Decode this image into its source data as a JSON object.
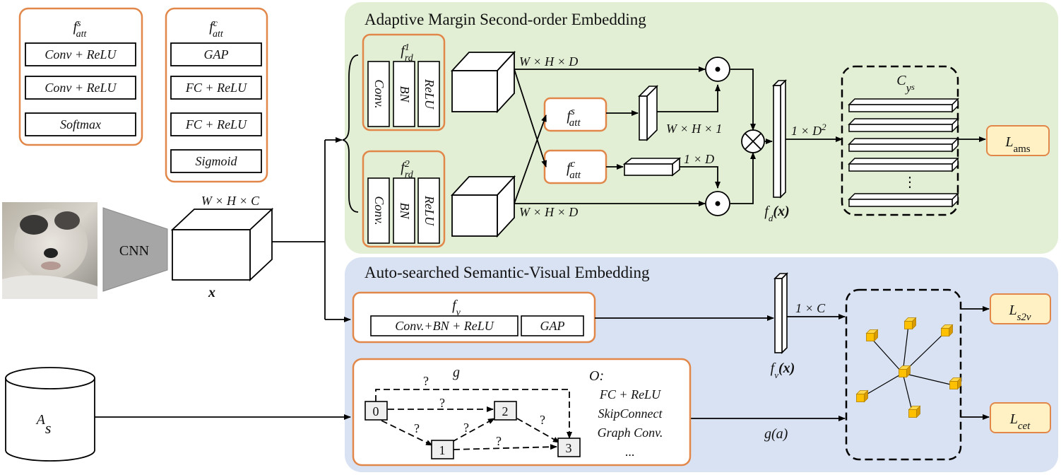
{
  "colors": {
    "green_panel": "#e3efd5",
    "blue_panel": "#d9e2f2",
    "orange_border": "#e2874a",
    "loss_fill": "#fff1c4",
    "node_fill": "#efefef",
    "cube_fill": "#ffc000"
  },
  "top_section": {
    "title": "Adaptive Margin Second-order Embedding",
    "rd1": "f",
    "rd1_sup": "1",
    "rd1_sub": "rd",
    "rd2": "f",
    "rd2_sup": "2",
    "rd2_sub": "rd",
    "rd_layers": [
      "Conv.",
      "BN",
      "ReLU"
    ],
    "dim_wh_d_top": "W × H  × D",
    "dim_wh_d_bottom": "W × H × D",
    "dim_wh1": "W × H × 1",
    "dim_1d": "1 × D",
    "dim_1d2": "1 × D",
    "dim_1d2_sup": "2",
    "fd_label": "f",
    "fd_sub": "d",
    "fd_arg": "(x)",
    "cy_label": "C",
    "cy_sub": "y",
    "cy_subsub": "s",
    "dots": "⋮",
    "loss": "L",
    "loss_sub": "ams"
  },
  "attention": {
    "spatial": {
      "name": "f",
      "sup": "s",
      "sub": "att",
      "layers": [
        "Conv + ReLU",
        "Conv + ReLU",
        "Softmax"
      ]
    },
    "channel": {
      "name": "f",
      "sup": "c",
      "sub": "att",
      "layers": [
        "GAP",
        "FC + ReLU",
        "FC + ReLU",
        "Sigmoid"
      ]
    }
  },
  "backbone": {
    "cnn": "CNN",
    "feature_dim": "W × H × C",
    "feature_label": "x",
    "attr_label": "A",
    "attr_sub": "s"
  },
  "bottom_section": {
    "title": "Auto-searched Semantic-Visual Embedding",
    "fv_name": "f",
    "fv_sub": "v",
    "fv_layers": [
      "Conv.+BN + ReLU",
      "GAP"
    ],
    "fv_out": "f",
    "fv_out_sub": "v",
    "fv_out_arg": "(x)",
    "dim_1c": "1 × C",
    "g_name": "g",
    "q": "?",
    "nodes": [
      "0",
      "1",
      "2",
      "3"
    ],
    "ops_title": "O:",
    "ops": [
      "FC + ReLU",
      "SkipConnect",
      "Graph Conv.",
      "..."
    ],
    "ga": "g(a)",
    "loss_s2v": "L",
    "loss_s2v_sub": "s2v",
    "loss_cet": "L",
    "loss_cet_sub": "cet"
  }
}
